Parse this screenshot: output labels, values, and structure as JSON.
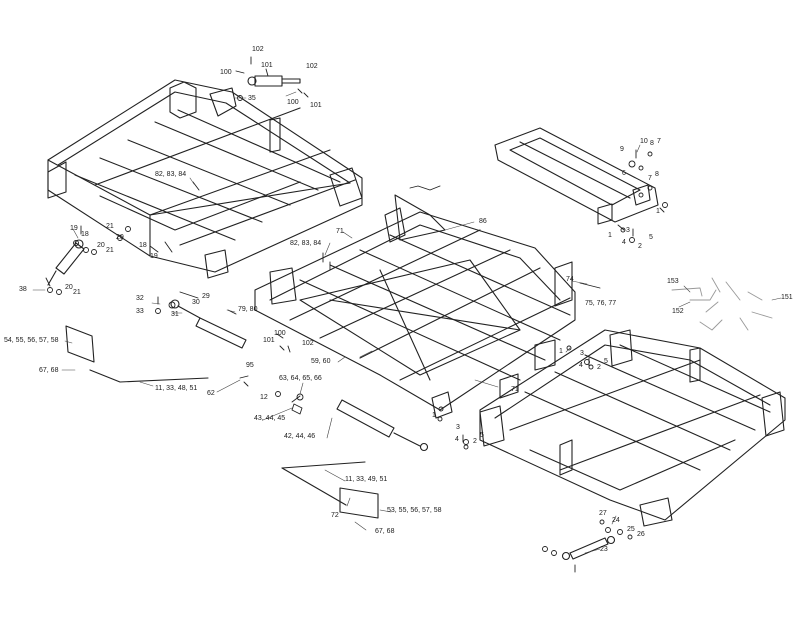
{
  "callouts": {
    "c102a": "102",
    "c101a": "101",
    "c100a": "100",
    "c102b": "102",
    "c101b": "101",
    "c100b": "100",
    "c35": "35",
    "c10": "10",
    "c9": "9",
    "c8a": "8",
    "c7a": "7",
    "c6": "6",
    "c7b": "7",
    "c8b": "8",
    "c1a": "1",
    "c1b": "1",
    "c3a": "3",
    "c4a": "4",
    "c2a": "2",
    "c5a": "5",
    "c82a": "82, 83, 84",
    "c82b": "82, 83, 84",
    "c86": "86",
    "c71a": "71",
    "c71b": "71",
    "c74": "74",
    "c75": "75, 76, 77",
    "c19a": "19",
    "c18a": "18",
    "c21a": "21",
    "c20a": "20",
    "c20b": "20",
    "c21b": "21",
    "c18b": "18",
    "c19b": "19",
    "c38": "38",
    "c20c": "20",
    "c21c": "21",
    "c32": "32",
    "c29": "29",
    "c30": "30",
    "c33": "33",
    "c31": "31",
    "c79": "79, 80",
    "c100c": "100",
    "c101c": "101",
    "c102c": "102",
    "c54": "54, 55, 56, 57, 58",
    "c67a": "67, 68",
    "c11a": "11, 33, 48, 51",
    "c62": "62",
    "c95": "95",
    "c63": "63, 64, 65, 66",
    "c12": "12",
    "c43": "43, 44, 45",
    "c59": "59, 60",
    "c42": "42, 44, 46",
    "c153": "153",
    "c152": "152",
    "c151": "151",
    "c1c": "1",
    "c3b": "3",
    "c4b": "4",
    "c5b": "5",
    "c2b": "2",
    "c1d": "1",
    "c3c": "3",
    "c4c": "4",
    "c5c": "5",
    "c2c": "2",
    "c11b": "11, 33, 49, 51",
    "c72": "72",
    "c53": "53, 55, 56, 57, 58",
    "c67b": "67, 68",
    "c27": "27",
    "c24": "24",
    "c25": "25",
    "c26": "26",
    "c23": "23"
  }
}
